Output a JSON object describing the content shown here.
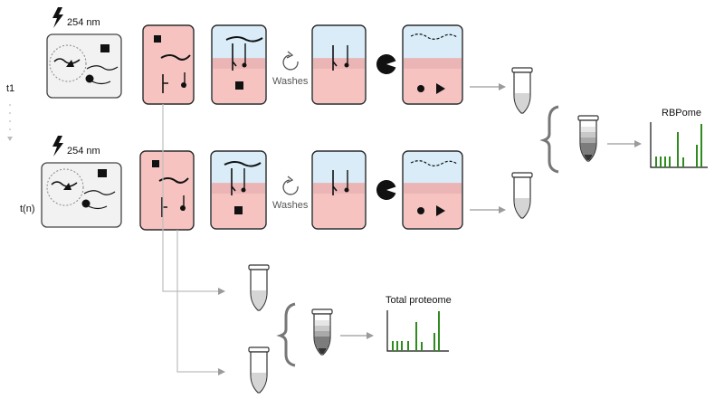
{
  "uv_label": "254 nm",
  "timepoints": [
    "t1",
    "t(n)"
  ],
  "washes_label": "Washes",
  "rbpome_label": "RBPome",
  "total_proteome_label": "Total proteome",
  "colors": {
    "cell_pink": "#f6c3c1",
    "buffer_blue": "#d9ecf8",
    "bar_green": "#2e8b1e",
    "arrow_gray": "#9b9b9b",
    "outline": "#2a2a2a"
  }
}
